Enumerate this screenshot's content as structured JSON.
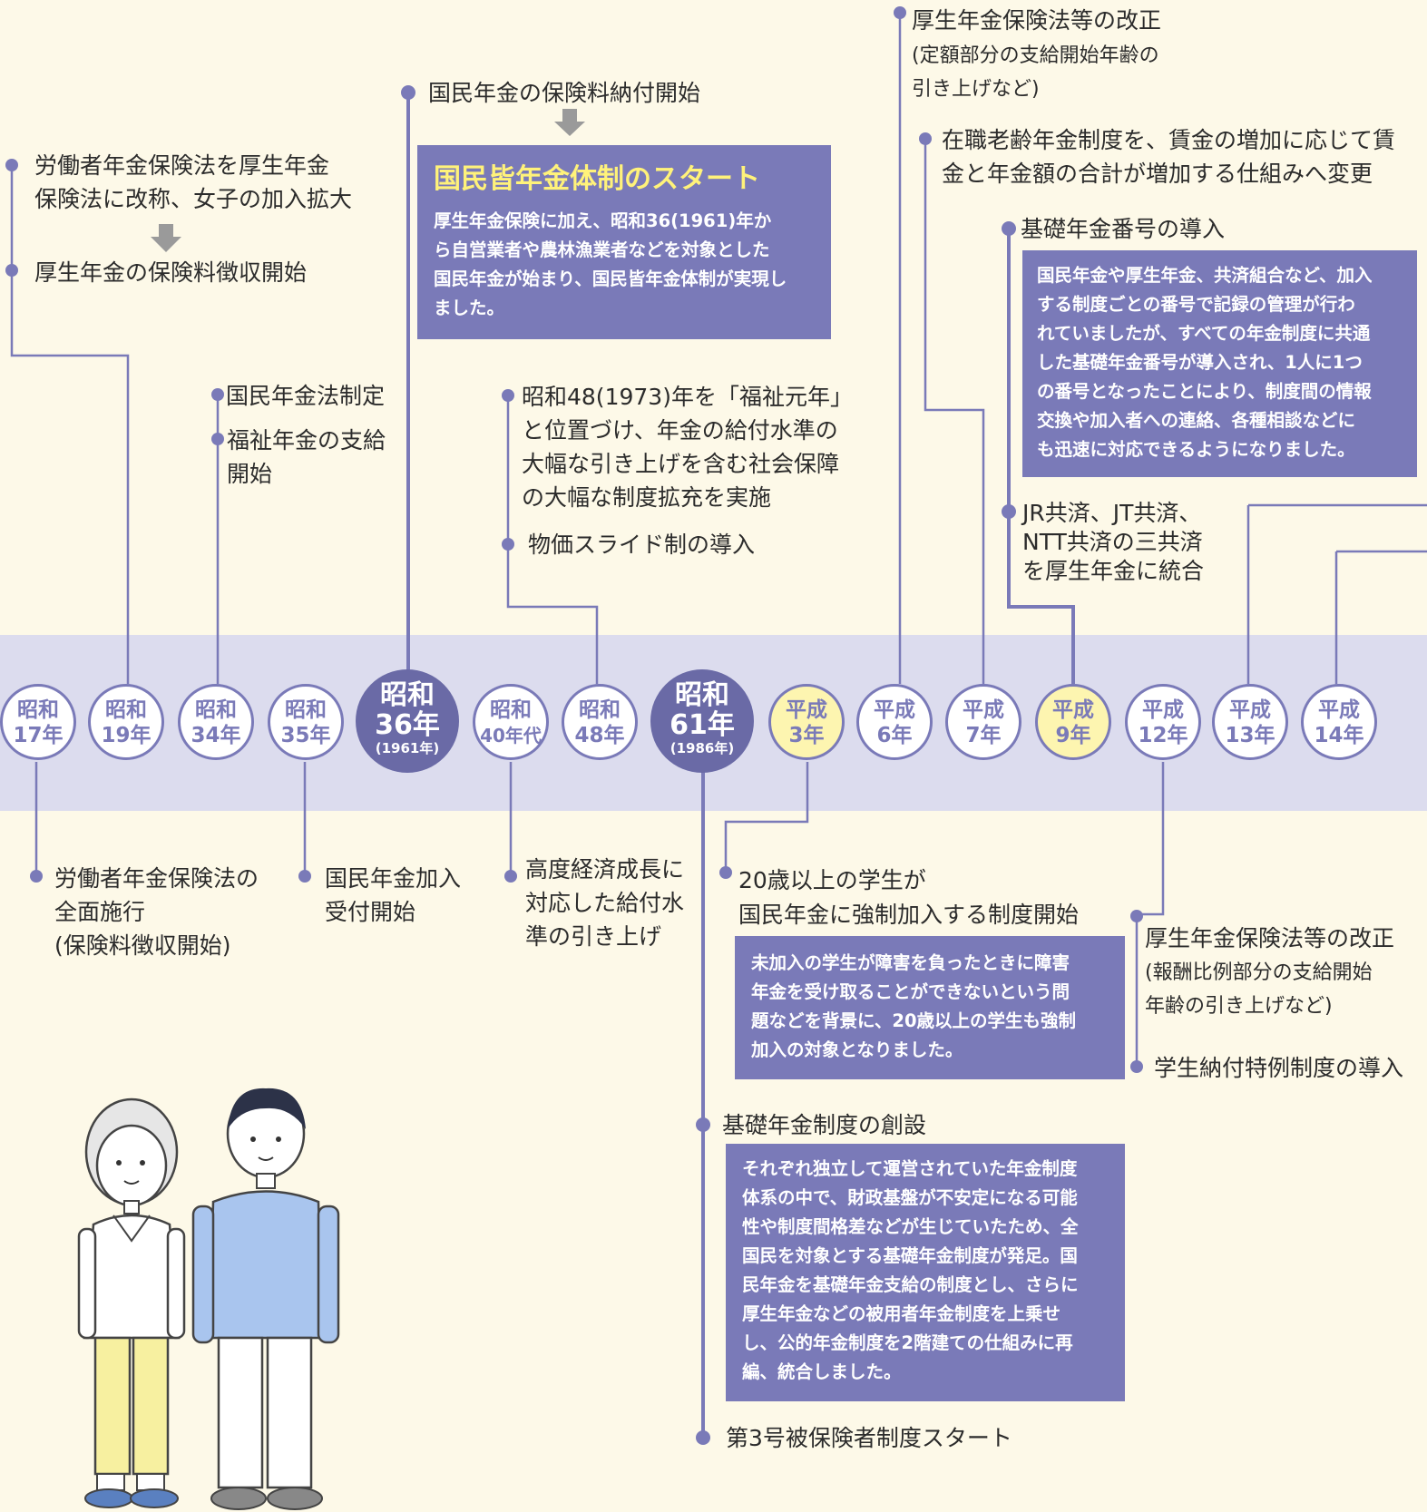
{
  "colors": {
    "accent": "#7a7ab8",
    "dark": "#6a6aa6",
    "band": "#dcdcee",
    "box_title": "#fff27a",
    "bg": "#fdf9e8"
  },
  "eras": [
    {
      "l1": "昭和",
      "l2": "17年"
    },
    {
      "l1": "昭和",
      "l2": "19年"
    },
    {
      "l1": "昭和",
      "l2": "34年"
    },
    {
      "l1": "昭和",
      "l2": "35年"
    },
    {
      "l1": "昭和",
      "l2": "36年",
      "sub": "(1961年)"
    },
    {
      "l1": "昭和",
      "l2": "40年代"
    },
    {
      "l1": "昭和",
      "l2": "48年"
    },
    {
      "l1": "昭和",
      "l2": "61年",
      "sub": "(1986年)"
    },
    {
      "l1": "平成",
      "l2": "3年"
    },
    {
      "l1": "平成",
      "l2": "6年"
    },
    {
      "l1": "平成",
      "l2": "7年"
    },
    {
      "l1": "平成",
      "l2": "9年"
    },
    {
      "l1": "平成",
      "l2": "12年"
    },
    {
      "l1": "平成",
      "l2": "13年"
    },
    {
      "l1": "平成",
      "l2": "14年"
    }
  ],
  "top": {
    "s19_l1": "労働者年金保険法を厚生年金",
    "s19_l2": "保険法に改称、女子の加入拡大",
    "s19_l3": "厚生年金の保険料徴収開始",
    "s34_1": "国民年金法制定",
    "s34_2": "福祉年金の支給",
    "s34_3": "開始",
    "s36_head": "国民年金の保険料納付開始",
    "s36_box_title": "国民皆年金体制のスタート",
    "s36_box_l1": "厚生年金保険に加え、昭和36(1961)年か",
    "s36_box_l2": "ら自営業者や農林漁業者などを対象とした",
    "s36_box_l3": "国民年金が始まり、国民皆年金体制が実現し",
    "s36_box_l4": "ました。",
    "s48_l1": "昭和48(1973)年を「福祉元年」",
    "s48_l2": "と位置づけ、年金の給付水準の",
    "s48_l3": "大幅な引き上げを含む社会保障",
    "s48_l4": "の大幅な制度拡充を実施",
    "s48_l5": "物価スライド制の導入",
    "h6_l1": "厚生年金保険法等の改正",
    "h6_l2": "(定額部分の支給開始年齢の",
    "h6_l3": "引き上げなど)",
    "h6_l4": "在職老齢年金制度を、賃金の増加に応じて賃",
    "h6_l5": "金と年金額の合計が増加する仕組みへ変更",
    "h9_head": "基礎年金番号の導入",
    "h9_box_l1": "国民年金や厚生年金、共済組合など、加入",
    "h9_box_l2": "する制度ごとの番号で記録の管理が行わ",
    "h9_box_l3": "れていましたが、すべての年金制度に共通",
    "h9_box_l4": "した基礎年金番号が導入され、1人に1つ",
    "h9_box_l5": "の番号となったことにより、制度間の情報",
    "h9_box_l6": "交換や加入者への連絡、各種相談などに",
    "h9_box_l7": "も迅速に対応できるようになりました。",
    "h9_l1": "JR共済、JT共済、",
    "h9_l2": "NTT共済の三共済",
    "h9_l3": "を厚生年金に統合"
  },
  "bottom": {
    "s17_l1": "労働者年金保険法の",
    "s17_l2": "全面施行",
    "s17_l3": "(保険料徴収開始)",
    "s35_l1": "国民年金加入",
    "s35_l2": "受付開始",
    "s40_l1": "高度経済成長に",
    "s40_l2": "対応した給付水",
    "s40_l3": "準の引き上げ",
    "h3_l1": "20歳以上の学生が",
    "h3_l2": "国民年金に強制加入する制度開始",
    "h3_box_l1": "未加入の学生が障害を負ったときに障害",
    "h3_box_l2": "年金を受け取ることができないという問",
    "h3_box_l3": "題などを背景に、20歳以上の学生も強制",
    "h3_box_l4": "加入の対象となりました。",
    "h12_l1": "厚生年金保険法等の改正",
    "h12_l2": "(報酬比例部分の支給開始",
    "h12_l3": "年齢の引き上げなど)",
    "h12_l4": "学生納付特例制度の導入",
    "s61_head": "基礎年金制度の創設",
    "s61_box_l1": "それぞれ独立して運営されていた年金制度",
    "s61_box_l2": "体系の中で、財政基盤が不安定になる可能",
    "s61_box_l3": "性や制度間格差などが生じていたため、全",
    "s61_box_l4": "国民を対象とする基礎年金制度が発足。国",
    "s61_box_l5": "民年金を基礎年金支給の制度とし、さらに",
    "s61_box_l6": "厚生年金などの被用者年金制度を上乗せ",
    "s61_box_l7": "し、公的年金制度を2階建ての仕組みに再",
    "s61_box_l8": "編、統合しました。",
    "s61_l2": "第3号被保険者制度スタート"
  }
}
